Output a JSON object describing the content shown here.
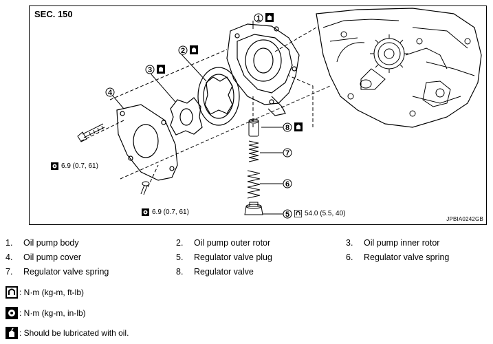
{
  "figure": {
    "section": "SEC. 150",
    "code": "JPBIA0242GB",
    "torque_labels": {
      "left_bolt": "6.9 (0.7, 61)",
      "bottom_screw": "6.9 (0.7, 61)",
      "plug": "54.0 (5.5, 40)"
    },
    "callouts": [
      "1",
      "2",
      "3",
      "4",
      "5",
      "6",
      "7",
      "8"
    ]
  },
  "legend": {
    "rows": [
      [
        {
          "num": "1.",
          "label": "Oil pump body"
        },
        {
          "num": "2.",
          "label": "Oil pump outer rotor"
        },
        {
          "num": "3.",
          "label": "Oil pump inner rotor"
        }
      ],
      [
        {
          "num": "4.",
          "label": "Oil pump cover"
        },
        {
          "num": "5.",
          "label": "Regulator valve plug"
        },
        {
          "num": "6.",
          "label": "Regulator valve spring"
        }
      ],
      [
        {
          "num": "7.",
          "label": "Regulator valve spring"
        },
        {
          "num": "8.",
          "label": "Regulator valve"
        }
      ]
    ],
    "symbols": [
      {
        "icon": "torque-nm-icon",
        "text": ": N·m (kg-m, ft-lb)"
      },
      {
        "icon": "torque-inlb-icon",
        "text": ": N·m (kg-m, in-lb)"
      },
      {
        "icon": "oil-can-icon",
        "text": ": Should be lubricated with oil."
      }
    ]
  }
}
